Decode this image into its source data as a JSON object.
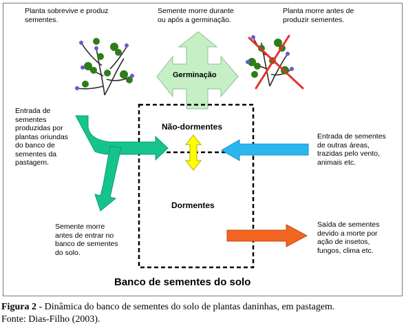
{
  "labels": {
    "plant_survives": "Planta sobrevive e produz\nsementes.",
    "seed_dies": "Semente morre durante\nou após a germinação.",
    "plant_dies": "Planta morre antes de\nproduzir sementes.",
    "germination": "Germinação",
    "non_dormant": "Não-dormentes",
    "dormant": "Dormentes",
    "entry_produced": "Entrada de\nsementes\nproduzidas por\nplantas oriundas\ndo banco de\nsementes da\npastagem.",
    "entry_other": "Entrada de sementes\nde outras áreas,\ntrazidas pelo vento,\nanimais etc.",
    "seed_dies_before": "Semente morre\nantes de entrar no\nbanco de sementes\ndo solo.",
    "exit_seeds": "Saída de sementes\ndevido a morte por\nação de insetos,\nfungos, clima etc.",
    "bank_title": "Banco de sementes do solo"
  },
  "caption": {
    "prefix": "Figura 2 -",
    "text": " Dinâmica do banco de sementes do solo de plantas daninhas, em pastagem.",
    "source": "Fonte: Dias-Filho (2003)."
  },
  "colors": {
    "germination_arrow": "#c6efc6",
    "green_arrow": "#14c48c",
    "blue_arrow": "#29b7ee",
    "yellow_arrow": "#ffff00",
    "orange_arrow": "#f26522",
    "cross": "#e8302a",
    "leaf": "#2e7d1a"
  }
}
